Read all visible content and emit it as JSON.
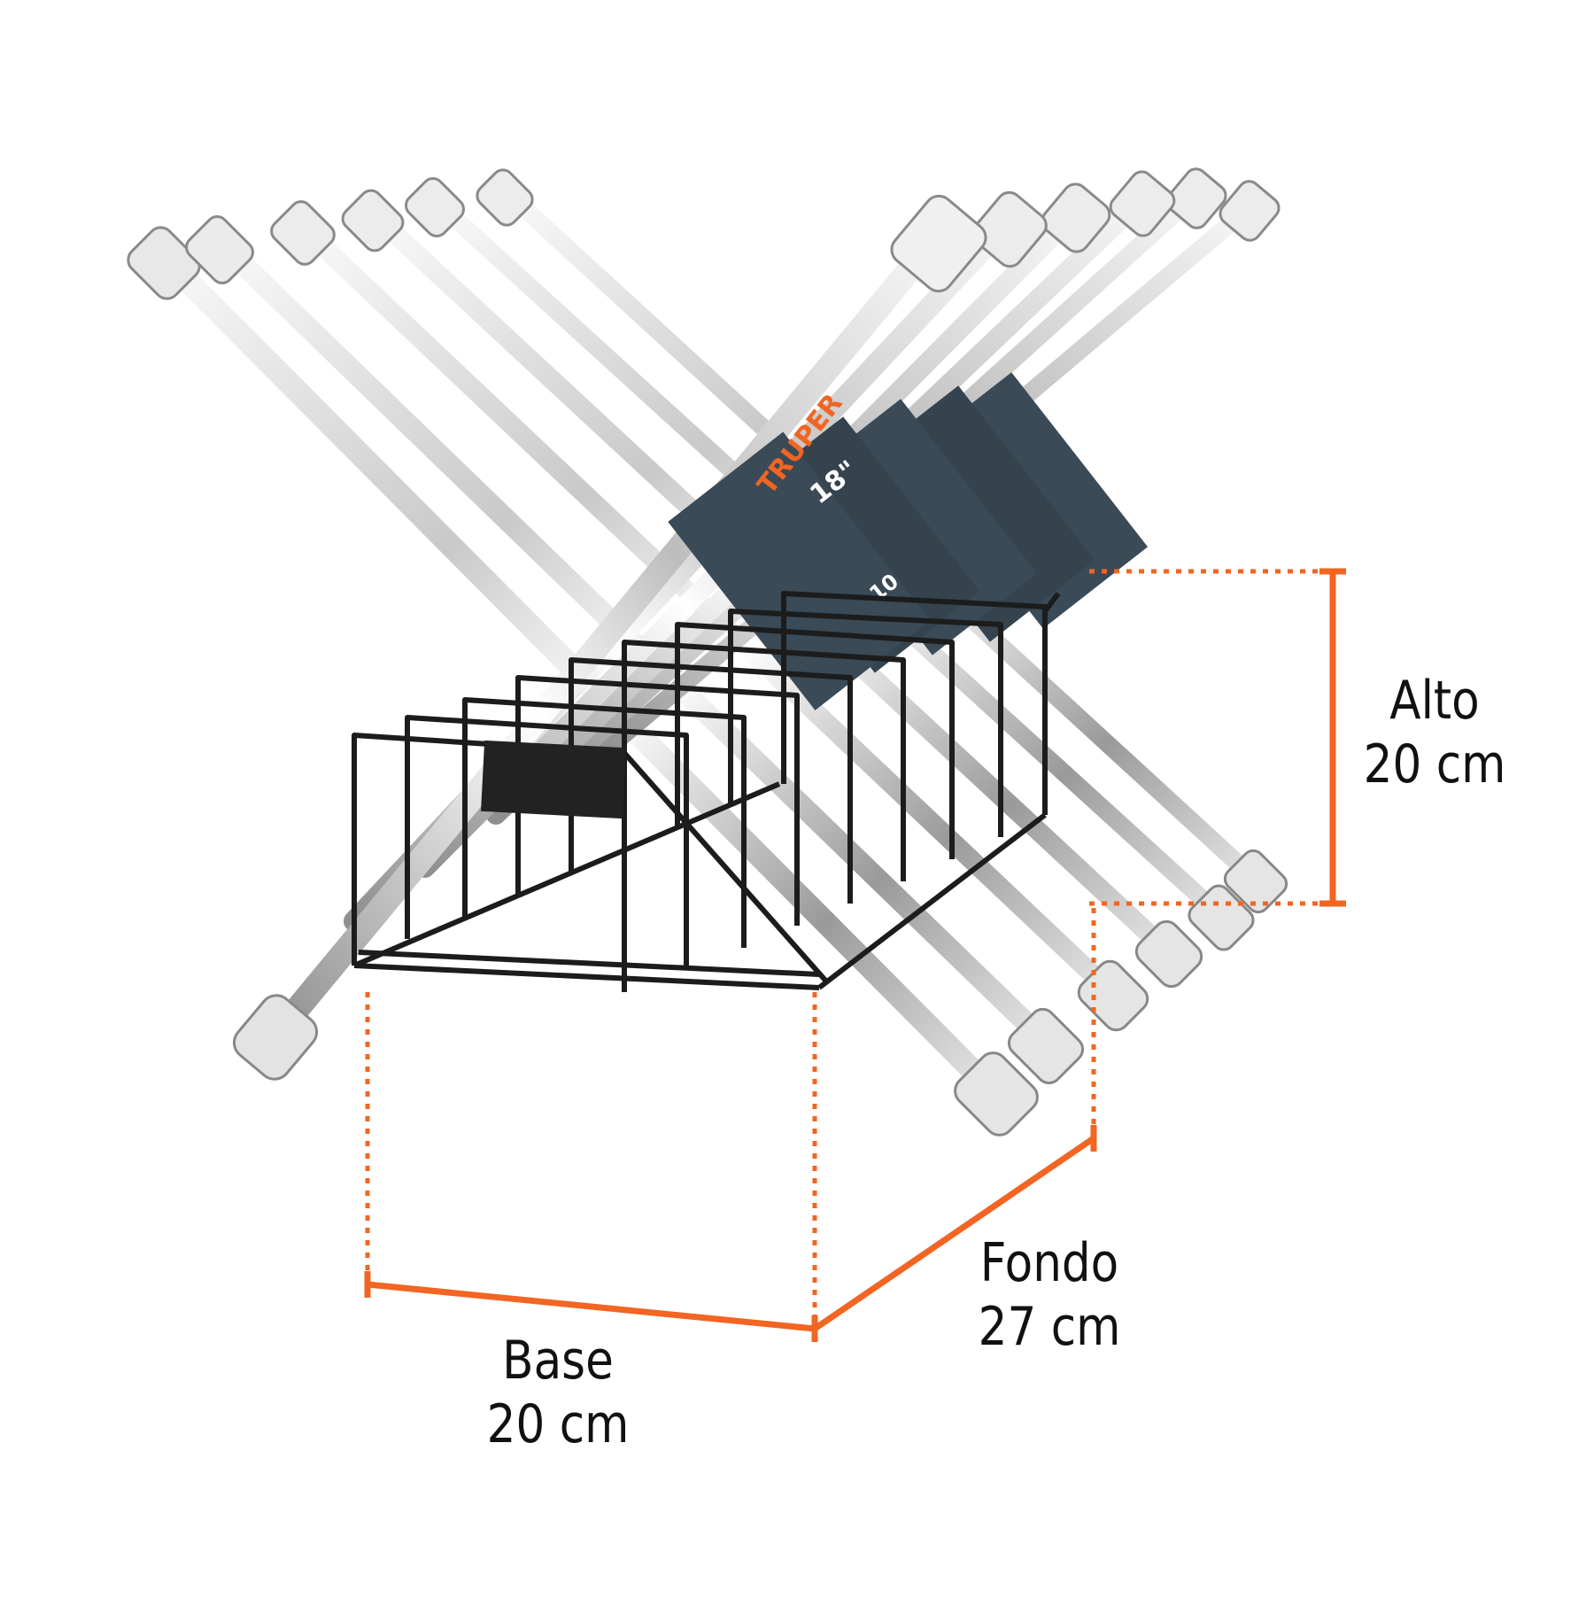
{
  "product": {
    "brand": "TRUPER",
    "tag_size_label": "18\"",
    "tag_count_label": "10"
  },
  "dimensions": {
    "alto": {
      "label": "Alto",
      "value": "20 cm"
    },
    "base": {
      "label": "Base",
      "value": "20 cm"
    },
    "fondo": {
      "label": "Fondo",
      "value": "27 cm"
    }
  },
  "colors": {
    "accent": "#f26522",
    "rack": "#1c1c1c",
    "chrome_light": "#f2f2f2",
    "chrome_dark": "#8c8c8c",
    "tag": "#3a4a56"
  },
  "icons": {
    "wrench": "cross-wrench-icon",
    "rack": "wire-rack-icon"
  }
}
